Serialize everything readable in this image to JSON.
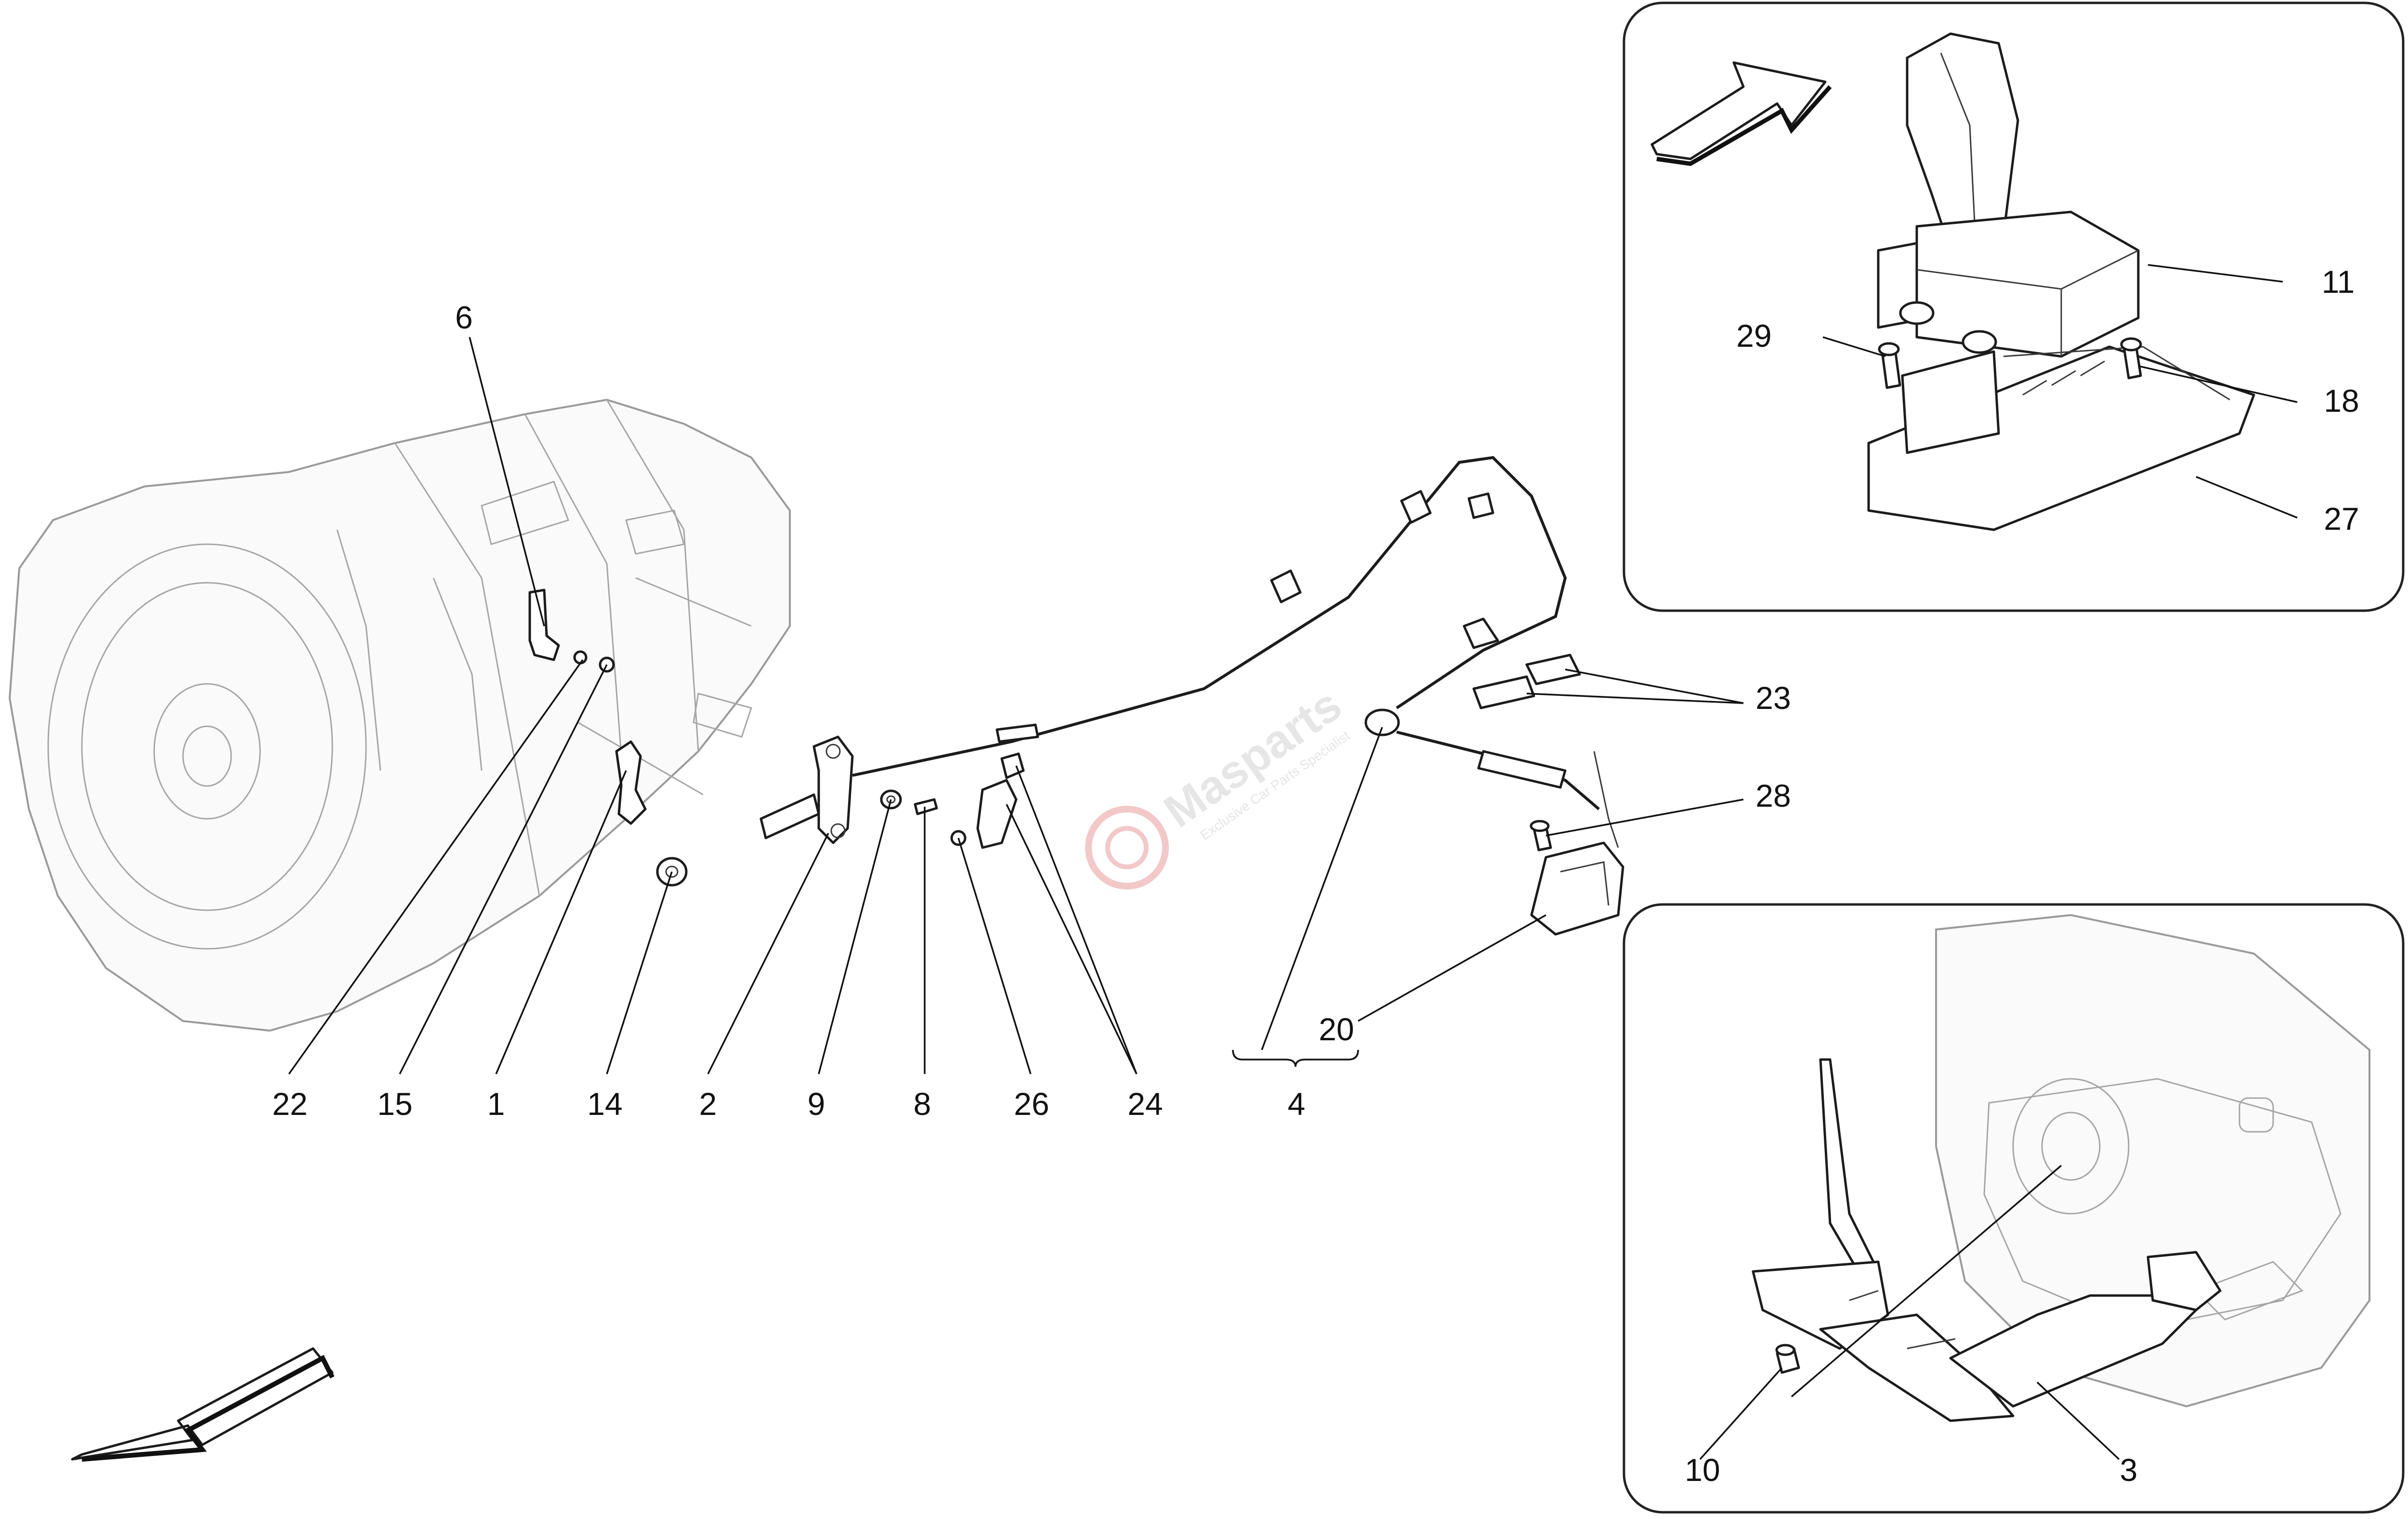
{
  "diagram": {
    "labels": {
      "l6": "6",
      "l22": "22",
      "l15": "15",
      "l1": "1",
      "l14": "14",
      "l2": "2",
      "l9": "9",
      "l8": "8",
      "l26": "26",
      "l24": "24",
      "l4": "4",
      "l20": "20",
      "l23": "23",
      "l28": "28",
      "l11": "11",
      "l29": "29",
      "l18": "18",
      "l27": "27",
      "l10": "10",
      "l3": "3"
    },
    "watermark": {
      "name": "Masparts",
      "tagline": "Exclusive Car Parts Specialist"
    },
    "colors": {
      "line": "#1c1c1c",
      "ghost": "#9a9a9a",
      "watermark": "#e6e6e6",
      "watermark_logo": "#f2c8c8"
    }
  }
}
